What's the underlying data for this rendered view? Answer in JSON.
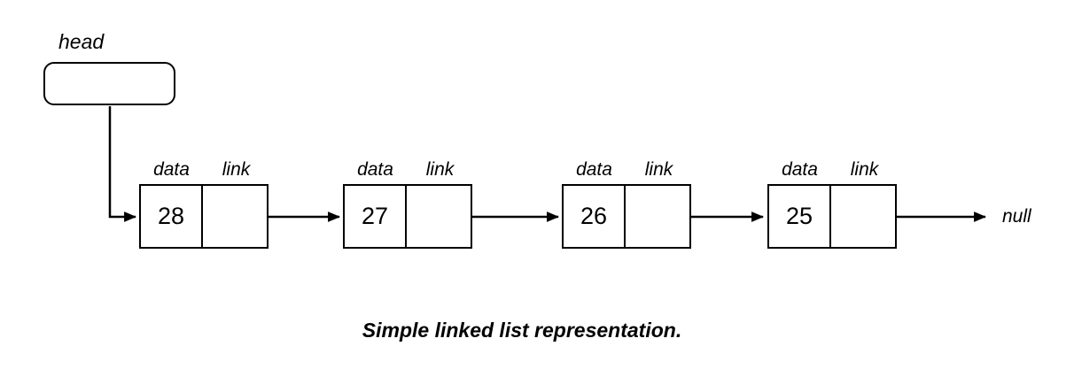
{
  "diagram": {
    "head_label": "head",
    "null_label": "null",
    "cell_labels": {
      "data": "data",
      "link": "link"
    },
    "nodes": [
      {
        "value": "28"
      },
      {
        "value": "27"
      },
      {
        "value": "26"
      },
      {
        "value": "25"
      }
    ],
    "caption": "Simple linked list representation.",
    "colors": {
      "line": "#000000",
      "text": "#000000",
      "background": "#ffffff"
    }
  }
}
